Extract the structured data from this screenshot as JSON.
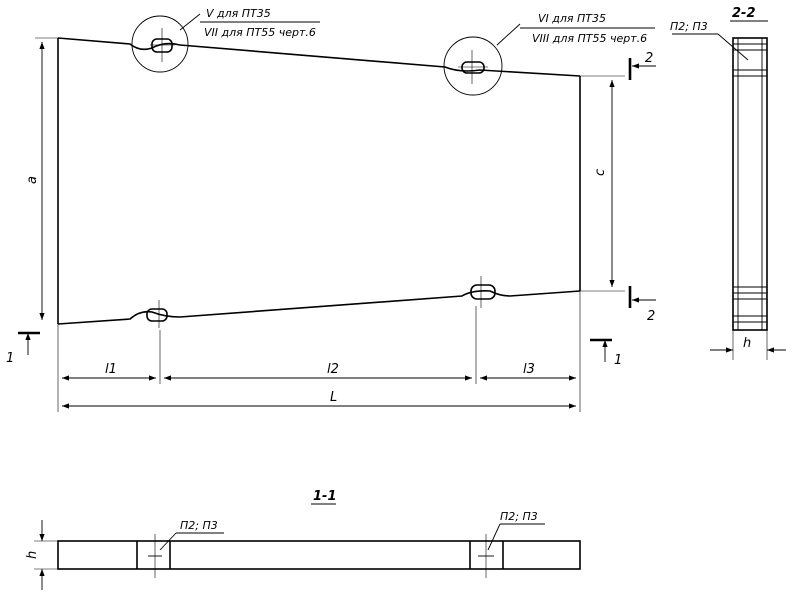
{
  "callouts": {
    "left_line1": "V  для ПТ35",
    "left_line2": "VII для ПТ55 черт.6",
    "right_line1": "VI для ПТ35",
    "right_line2": "VIII для ПТ55 черт.6"
  },
  "dims": {
    "a": "a",
    "c": "c",
    "l1": "l1",
    "l2": "l2",
    "l3": "l3",
    "L": "L",
    "h_side": "h",
    "h_section": "h"
  },
  "sections": {
    "section_1_title": "1-1",
    "section_2_title": "2-2",
    "cut1_left": "1",
    "cut1_right": "1",
    "cut2_top": "2",
    "cut2_bottom": "2"
  },
  "labels": {
    "p_side": "П2; П3",
    "p_section_left": "П2; П3",
    "p_section_right": "П2; П3"
  }
}
